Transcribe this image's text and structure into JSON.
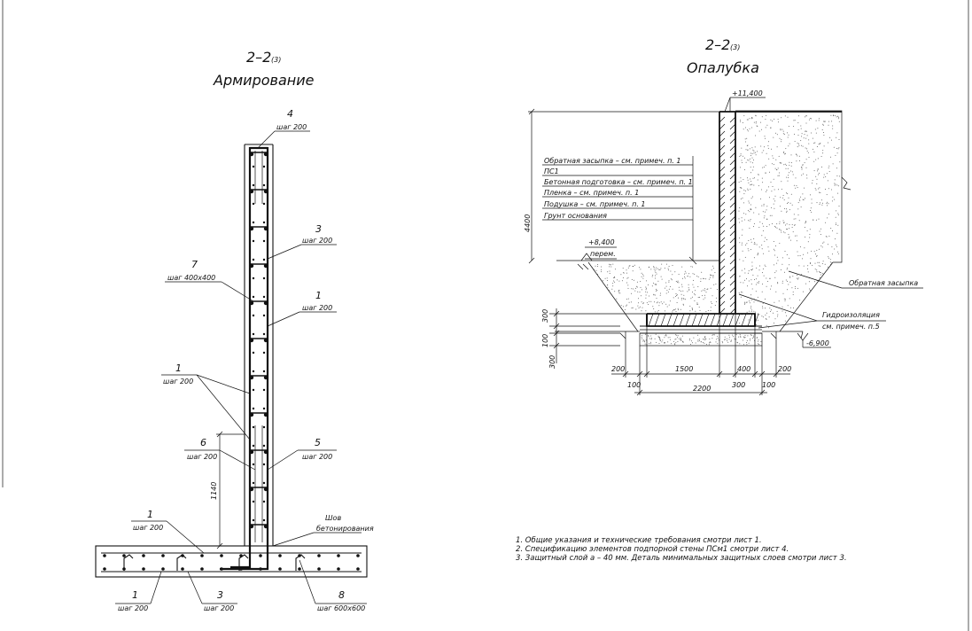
{
  "left_view": {
    "title": "2–2",
    "title_ref": "(3)",
    "subtitle": "Армирование",
    "callouts": [
      {
        "num": "4",
        "note": "шаг 200"
      },
      {
        "num": "3",
        "note": "шаг 200"
      },
      {
        "num": "7",
        "note": "шаг 400х400"
      },
      {
        "num": "1",
        "note": "шаг 200"
      },
      {
        "num": "1",
        "note": "шаг 200"
      },
      {
        "num": "6",
        "note": "шаг 200"
      },
      {
        "num": "5",
        "note": "шаг 200"
      },
      {
        "num": "1",
        "note": "шаг 200"
      },
      {
        "num": "1",
        "note": "шаг 200"
      },
      {
        "num": "3",
        "note": "шаг 200"
      },
      {
        "num": "8",
        "note": "шаг 600х600"
      }
    ],
    "joint_label_1": "Шов",
    "joint_label_2": "бетонирования",
    "dim_1140": "1140"
  },
  "right_view": {
    "title": "2–2",
    "title_ref": "(3)",
    "subtitle": "Опалубка",
    "elev_top": "+11,400",
    "elev_mid": "+8,400",
    "elev_mid_note": "перем.",
    "elev_bottom": "-6,900",
    "layers": [
      "Обратная засыпка – см. примеч. п. 1",
      "ПС1",
      "Бетонная подготовка – см. примеч. п. 1",
      "Пленка – см. примеч. п. 1",
      "Подушка – см. примеч. п. 1",
      "Грунт основания"
    ],
    "backfill_label": "Обратная засыпка",
    "waterproof_label_1": "Гидроизоляция",
    "waterproof_label_2": "см. примеч. п.5",
    "dims": {
      "h4400": "4400",
      "h300a": "300",
      "h100": "100",
      "h300b": "300",
      "d200a": "200",
      "d1500": "1500",
      "d400": "400",
      "d200b": "200",
      "d100a": "100",
      "d300": "300",
      "d100b": "100",
      "d2200": "2200"
    }
  },
  "notes": [
    "1. Общие указания и технические требования смотри лист 1.",
    "2. Спецификацию элементов подпорной стены ПСм1 смотри лист 4.",
    "3. Защитный слой а – 40 мм. Деталь минимальных защитных слоев смотри лист 3."
  ]
}
